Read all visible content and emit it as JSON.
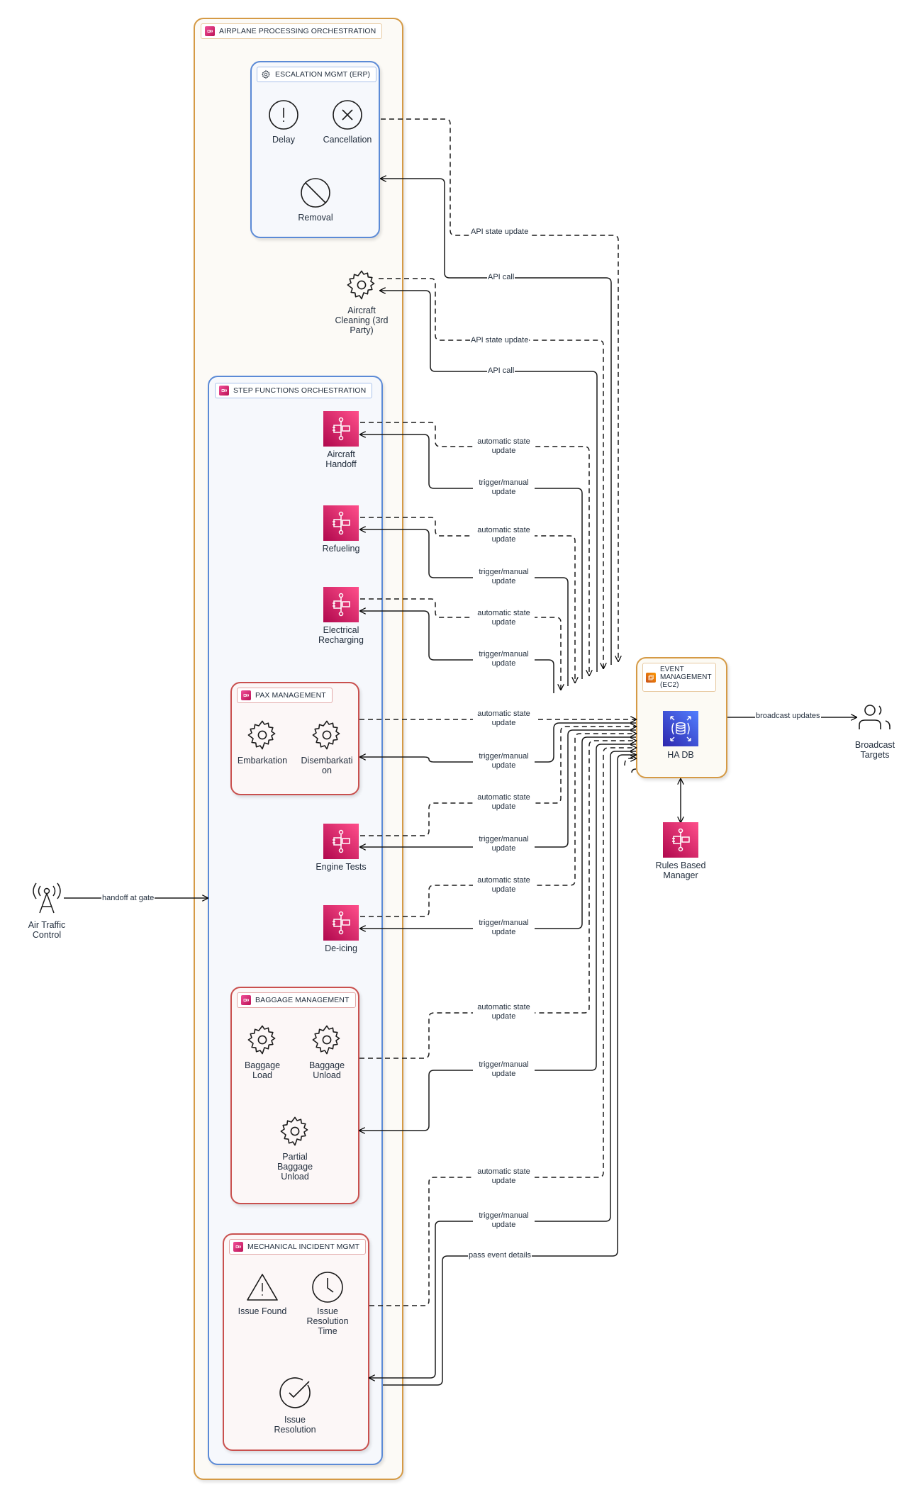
{
  "groups": {
    "airplane_processing": {
      "title": "AIRPLANE PROCESSING ORCHESTRATION"
    },
    "escalation": {
      "title": "ESCALATION MGMT (ERP)"
    },
    "step_functions": {
      "title": "STEP FUNCTIONS ORCHESTRATION"
    },
    "pax": {
      "title": "PAX MANAGEMENT"
    },
    "baggage": {
      "title": "BAGGAGE MANAGEMENT"
    },
    "mechanical": {
      "title": "MECHANICAL INCIDENT MGMT"
    },
    "event_management": {
      "title": "EVENT MANAGEMENT (EC2)"
    }
  },
  "nodes": {
    "delay": {
      "label": "Delay",
      "icon": "alert-circle-icon"
    },
    "cancellation": {
      "label": "Cancellation",
      "icon": "x-circle-icon"
    },
    "removal": {
      "label": "Removal",
      "icon": "prohibited-icon"
    },
    "aircraft_cleaning": {
      "label": "Aircraft Cleaning (3rd Party)",
      "icon": "gear-icon"
    },
    "aircraft_handoff": {
      "label": "Aircraft Handoff",
      "icon": "step-functions-icon"
    },
    "refueling": {
      "label": "Refueling",
      "icon": "step-functions-icon"
    },
    "electrical_recharging": {
      "label": "Electrical Recharging",
      "icon": "step-functions-icon"
    },
    "embarkation": {
      "label": "Embarkation",
      "icon": "gear-icon"
    },
    "disembarkation": {
      "label": "Disembarkati on",
      "icon": "gear-icon"
    },
    "engine_tests": {
      "label": "Engine Tests",
      "icon": "step-functions-icon"
    },
    "de_icing": {
      "label": "De-icing",
      "icon": "step-functions-icon"
    },
    "baggage_load": {
      "label": "Baggage Load",
      "icon": "gear-icon"
    },
    "baggage_unload": {
      "label": "Baggage Unload",
      "icon": "gear-icon"
    },
    "partial_baggage_unload": {
      "label": "Partial Baggage Unload",
      "icon": "gear-icon"
    },
    "issue_found": {
      "label": "Issue Found",
      "icon": "warning-icon"
    },
    "issue_resolution_time": {
      "label": "Issue Resolution Time",
      "icon": "clock-icon"
    },
    "issue_resolution": {
      "label": "Issue Resolution",
      "icon": "check-circle-icon"
    },
    "air_traffic_control": {
      "label": "Air Traffic Control",
      "icon": "radio-tower-icon"
    },
    "ha_db": {
      "label": "HA DB",
      "icon": "database-icon"
    },
    "rules_based_manager": {
      "label": "Rules Based Manager",
      "icon": "step-functions-icon"
    },
    "broadcast_targets": {
      "label": "Broadcast Targets",
      "icon": "users-icon"
    }
  },
  "edges": {
    "handoff_at_gate": "handoff at gate",
    "broadcast_updates": "broadcast updates",
    "api_state_update": "API state update",
    "api_call": "API call",
    "automatic_state_update": "automatic state update",
    "trigger_manual_update": "trigger/manual update",
    "pass_event_details": "pass event details"
  },
  "colors": {
    "orange_group": "#d59a45",
    "blue_group": "#5b8ad6",
    "red_group": "#c9504e",
    "step_functions": "#e7157b",
    "database": "#3f48cc",
    "ec2": "#ed7100"
  }
}
